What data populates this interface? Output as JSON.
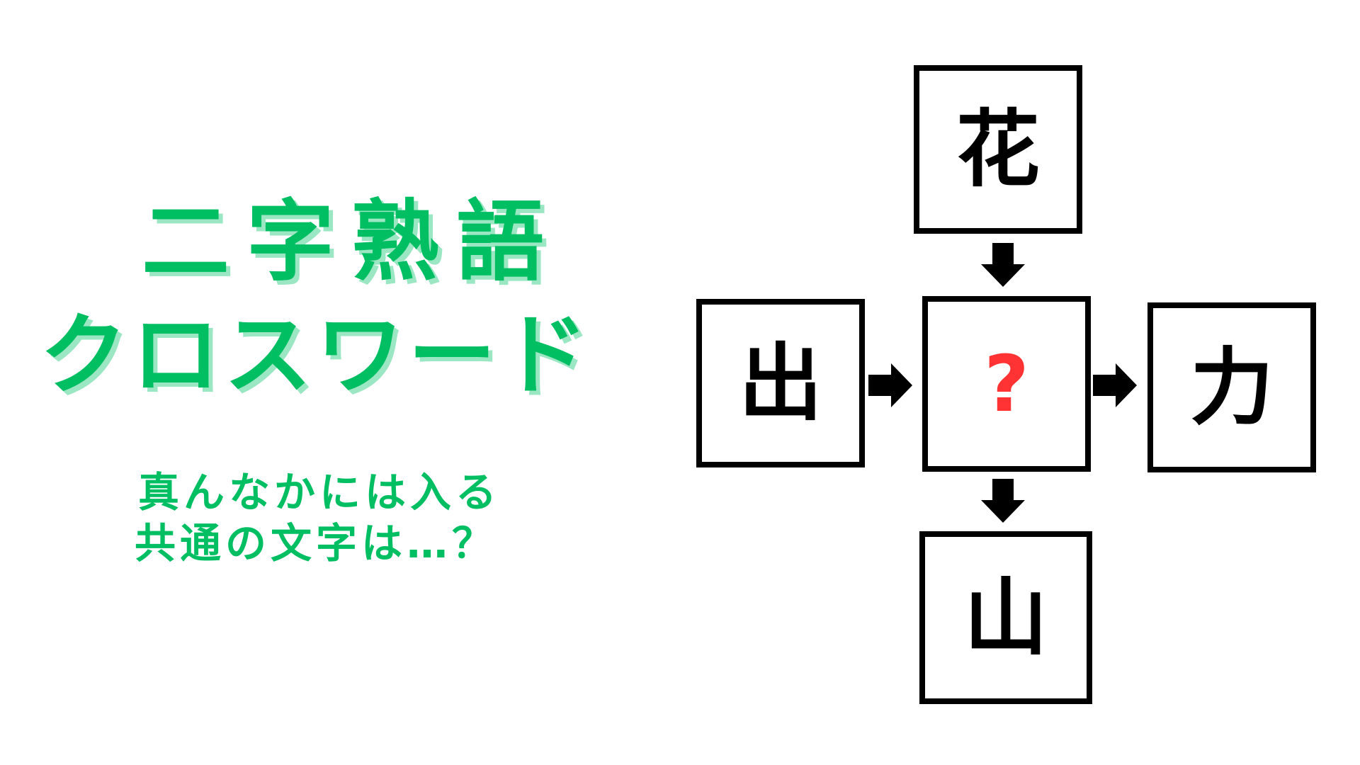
{
  "title": {
    "line1": "二字熟語",
    "line2": "クロスワード"
  },
  "subtitle": {
    "line1": "真んなかには入る",
    "line2": "共通の文字は…？"
  },
  "puzzle": {
    "top": "花",
    "left": "出",
    "center": "?",
    "right": "力",
    "bottom": "山"
  },
  "colors": {
    "title_green": "#00bf63",
    "title_shadow": "#9be6c3",
    "question_red": "#ff3333",
    "box_border": "#000000"
  },
  "icons": {
    "arrow_top_to_center": "arrow-down-icon",
    "arrow_left_to_center": "arrow-right-icon",
    "arrow_center_to_right": "arrow-right-icon",
    "arrow_center_to_bottom": "arrow-down-icon"
  }
}
